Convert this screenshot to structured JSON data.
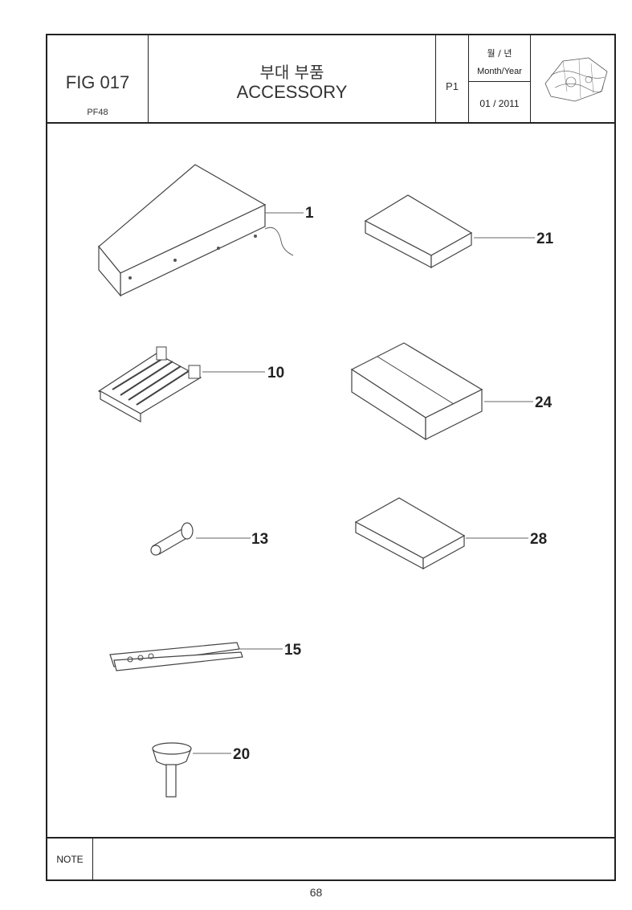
{
  "header": {
    "fig_no": "FIG 017",
    "model": "PF48",
    "title_ko": "부대 부품",
    "title_en": "ACCESSORY",
    "page": "P1",
    "date_label_ko": "월 / 년",
    "date_label_en": "Month/Year",
    "date_value": "01 / 2011"
  },
  "parts": [
    {
      "no": "1",
      "icon": "cover-wedge-icon"
    },
    {
      "no": "10",
      "icon": "roller-tray-icon"
    },
    {
      "no": "13",
      "icon": "pin-icon"
    },
    {
      "no": "15",
      "icon": "tweezers-icon"
    },
    {
      "no": "20",
      "icon": "funnel-icon"
    },
    {
      "no": "21",
      "icon": "box-small-icon"
    },
    {
      "no": "24",
      "icon": "box-large-icon"
    },
    {
      "no": "28",
      "icon": "box-flat-icon"
    }
  ],
  "note": {
    "label": "NOTE"
  },
  "page_number": "68"
}
